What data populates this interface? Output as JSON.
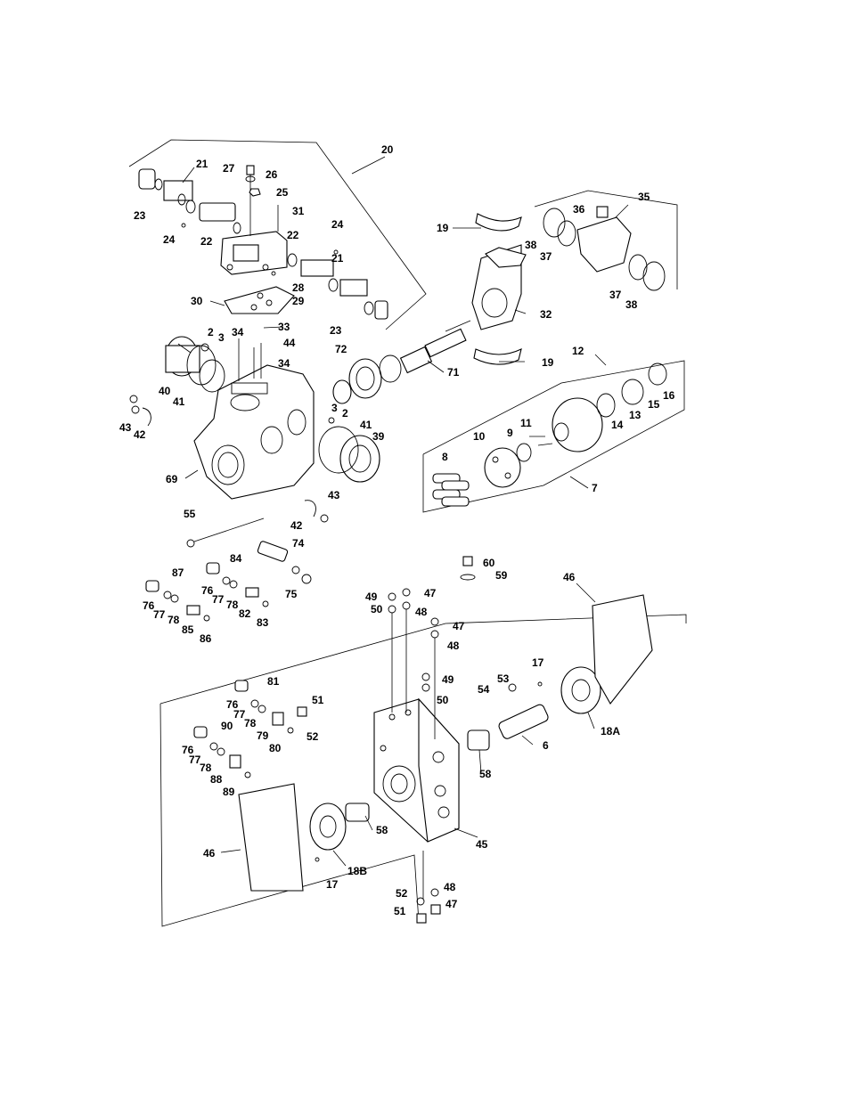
{
  "diagram": {
    "callouts": [
      "20",
      "21",
      "27",
      "26",
      "25",
      "31",
      "24",
      "23",
      "24",
      "22",
      "22",
      "21",
      "28",
      "29",
      "23",
      "30",
      "33",
      "34",
      "44",
      "34",
      "2",
      "3",
      "40",
      "41",
      "43",
      "42",
      "69",
      "72",
      "71",
      "3",
      "2",
      "41",
      "39",
      "43",
      "42",
      "55",
      "19",
      "19",
      "32",
      "36",
      "35",
      "38",
      "37",
      "37",
      "38",
      "12",
      "16",
      "15",
      "13",
      "14",
      "11",
      "9",
      "10",
      "8",
      "7",
      "74",
      "75",
      "84",
      "87",
      "76",
      "77",
      "78",
      "82",
      "83",
      "76",
      "77",
      "78",
      "85",
      "86",
      "60",
      "59",
      "46",
      "49",
      "47",
      "50",
      "48",
      "47",
      "48",
      "17",
      "53",
      "54",
      "49",
      "50",
      "18A",
      "6",
      "58",
      "81",
      "76",
      "77",
      "78",
      "79",
      "80",
      "51",
      "52",
      "90",
      "76",
      "77",
      "78",
      "88",
      "89",
      "45",
      "58",
      "46",
      "18B",
      "17",
      "52",
      "48",
      "51",
      "47"
    ]
  }
}
